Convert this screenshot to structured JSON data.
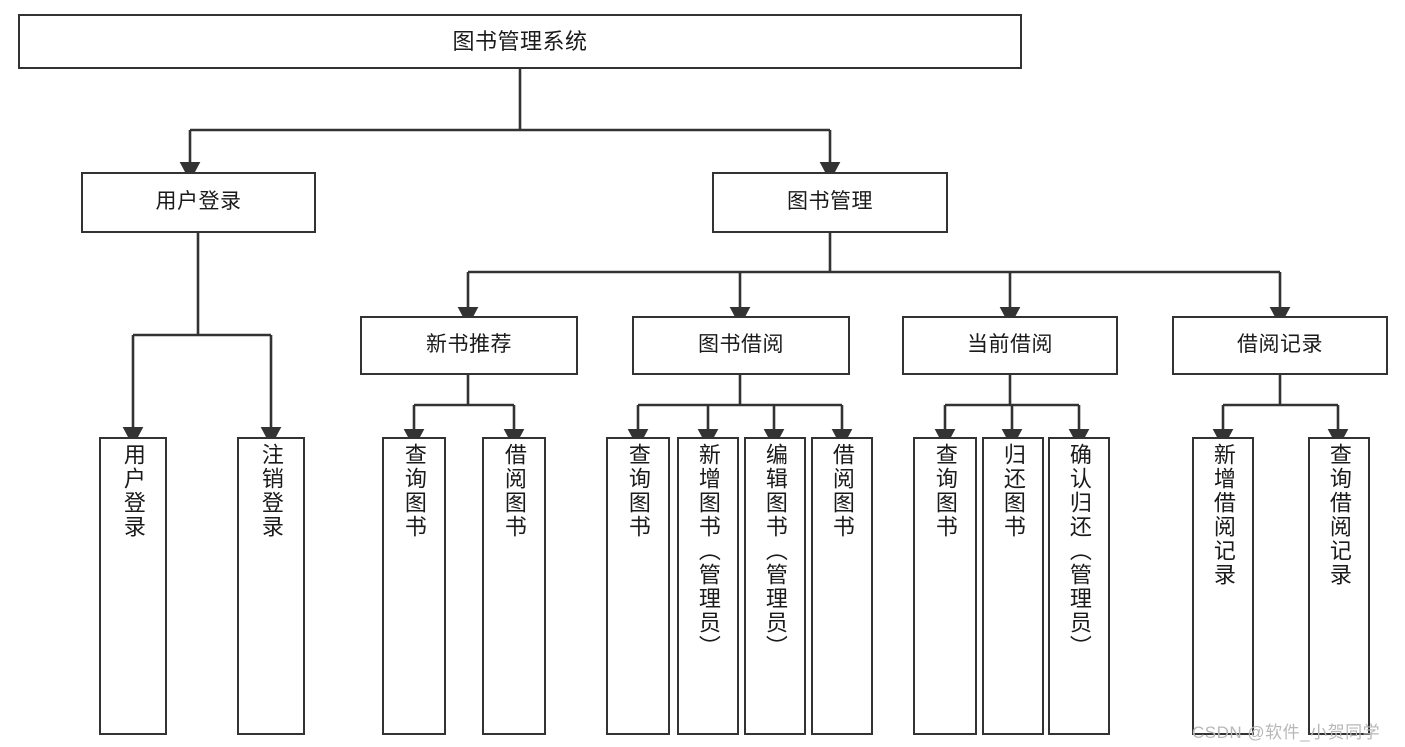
{
  "diagram": {
    "type": "tree-hierarchy-chart",
    "title": "图书管理系统",
    "stroke_color": "#333333",
    "fill_color": "#ffffff",
    "text_color": "#1a1a1a",
    "levels": {
      "root": {
        "label": "图书管理系统"
      },
      "level2": [
        {
          "id": "user-login",
          "label": "用户登录"
        },
        {
          "id": "book-management",
          "label": "图书管理"
        }
      ],
      "level3": [
        {
          "id": "new-book-recommend",
          "label": "新书推荐"
        },
        {
          "id": "book-borrow",
          "label": "图书借阅"
        },
        {
          "id": "current-borrow",
          "label": "当前借阅"
        },
        {
          "id": "borrow-record",
          "label": "借阅记录"
        }
      ],
      "leaves": {
        "user-login": [
          {
            "id": "leaf-user-login",
            "label": "用户登录"
          },
          {
            "id": "leaf-logout-login",
            "label": "注销登录"
          }
        ],
        "new-book-recommend": [
          {
            "id": "leaf-query-book-1",
            "label": "查询图书"
          },
          {
            "id": "leaf-borrow-book-1",
            "label": "借阅图书"
          }
        ],
        "book-borrow": [
          {
            "id": "leaf-query-book-2",
            "label": "查询图书"
          },
          {
            "id": "leaf-add-book",
            "label": "新增图书（管理员）"
          },
          {
            "id": "leaf-edit-book",
            "label": "编辑图书（管理员）"
          },
          {
            "id": "leaf-borrow-book-2",
            "label": "借阅图书"
          }
        ],
        "current-borrow": [
          {
            "id": "leaf-query-book-3",
            "label": "查询图书"
          },
          {
            "id": "leaf-return-book",
            "label": "归还图书"
          },
          {
            "id": "leaf-confirm-return",
            "label": "确认归还（管理员）"
          }
        ],
        "borrow-record": [
          {
            "id": "leaf-add-record",
            "label": "新增借阅记录"
          },
          {
            "id": "leaf-query-record",
            "label": "查询借阅记录"
          }
        ]
      }
    }
  },
  "watermark": {
    "text": "CSDN @软件_小贺同学"
  }
}
